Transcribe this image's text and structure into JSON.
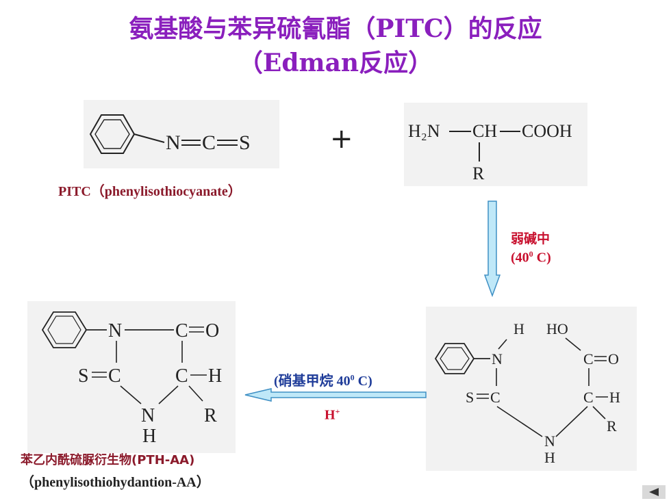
{
  "title": {
    "line1": "氨基酸与苯异硫氰酯（PITC）的反应",
    "line2": "（Edman反应）"
  },
  "reactant1": {
    "n": "N",
    "c": "C",
    "s": "S",
    "caption": "PITC（phenylisothiocyanate）"
  },
  "plus": "+",
  "reactant2": {
    "h2n": "H₂N",
    "ch": "CH",
    "cooh": "COOH",
    "r": "R"
  },
  "step1": {
    "condition1": "弱碱中",
    "condition2_prefix": "(40",
    "condition2_sup": "0",
    "condition2_suffix": " C)"
  },
  "intermediate": {
    "h_top": "H",
    "ho": "HO",
    "n": "N",
    "c_carbonyl": "C",
    "o": "O",
    "c_thio": "C",
    "s": "S",
    "c_alpha": "C",
    "h_alpha": "H",
    "r": "R",
    "n_bottom": "N",
    "h_bottom": "H"
  },
  "step2": {
    "condition1_prefix": "(硝基甲烷 40",
    "condition1_sup": "0",
    "condition1_suffix": " C)",
    "condition2": "H",
    "condition2_sup": "+"
  },
  "product": {
    "n_top": "N",
    "c_carbonyl": "C",
    "o": "O",
    "s": "S",
    "c_thio": "C",
    "c_alpha": "C",
    "h_alpha": "H",
    "n_bottom": "N",
    "h_bottom": "H",
    "r": "R",
    "caption1": "苯乙内酰硫脲衍生物(PTH-AA)",
    "caption2": "（phenylisothiohydantion-AA）"
  },
  "nav": {
    "icon": "back-triangle-icon"
  }
}
